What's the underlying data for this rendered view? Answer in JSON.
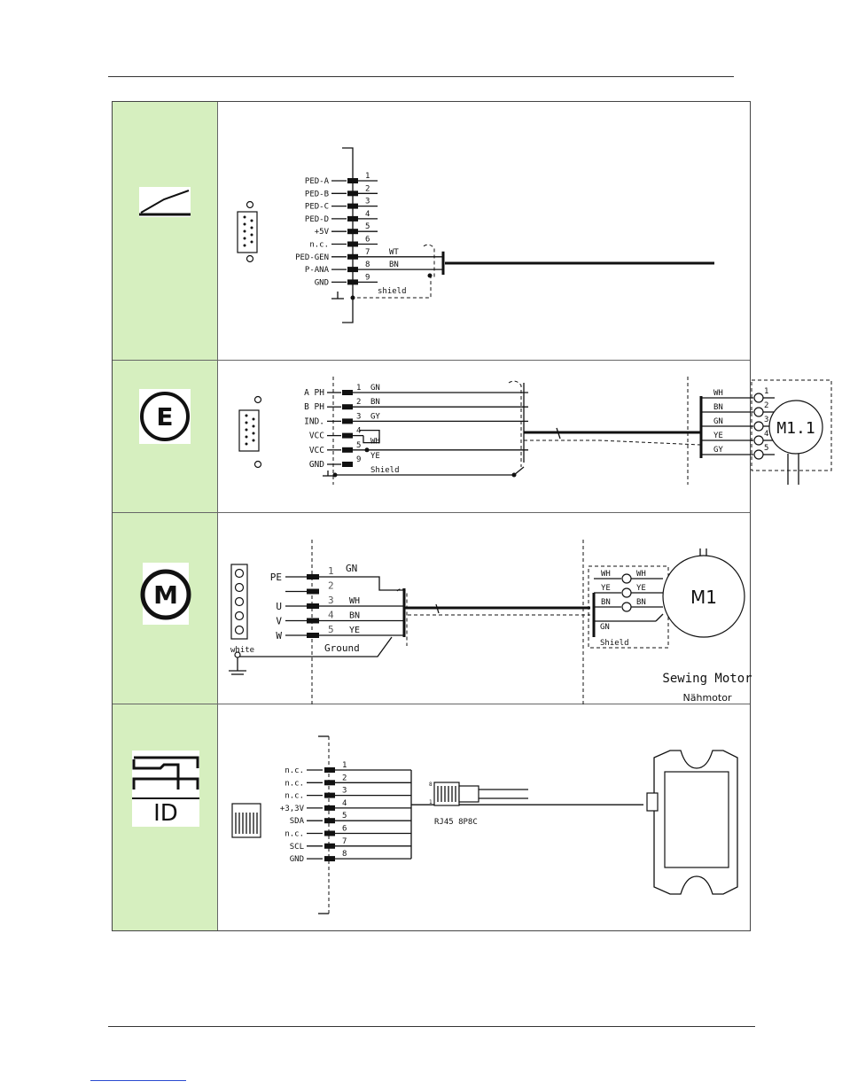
{
  "pedal": {
    "pins": [
      "PED-A",
      "PED-B",
      "PED-C",
      "PED-D",
      "+5V",
      "n.c.",
      "PED-GEN",
      "P-ANA",
      "GND"
    ],
    "numbers": [
      "1",
      "2",
      "3",
      "4",
      "5",
      "6",
      "7",
      "8",
      "9"
    ],
    "wires": [
      "WT",
      "BN"
    ],
    "shield": "shield"
  },
  "encoder": {
    "pins": [
      "A PH",
      "B PH",
      "IND.",
      "VCC",
      "VCC",
      "GND"
    ],
    "numbers": [
      "1",
      "2",
      "3",
      "4",
      "5",
      "9"
    ],
    "colors": [
      "GN",
      "BN",
      "GY",
      "WH",
      "YE"
    ],
    "shield": "Shield",
    "motor_colors": [
      "WH",
      "BN",
      "GN",
      "YE",
      "GY"
    ],
    "motor_numbers": [
      "1",
      "2",
      "3",
      "4",
      "5"
    ],
    "motor": "M1.1"
  },
  "motor": {
    "pins": [
      "PE",
      "",
      "U",
      "V",
      "W"
    ],
    "numbers": [
      "1",
      "2",
      "3",
      "4",
      "5"
    ],
    "colors": [
      "GN",
      "WH",
      "BN",
      "YE"
    ],
    "connector_label": "white",
    "ground": "Ground",
    "motor_pairs": [
      [
        "WH",
        "WH"
      ],
      [
        "YE",
        "YE"
      ],
      [
        "BN",
        "BN"
      ]
    ],
    "gn": "GN",
    "shield": "Shield",
    "motor": "M1",
    "title": "Sewing Motor",
    "subtitle": "Nähmotor"
  },
  "id": {
    "pins": [
      "n.c.",
      "n.c.",
      "n.c.",
      "+3,3V",
      "SDA",
      "n.c.",
      "SCL",
      "GND"
    ],
    "numbers": [
      "1",
      "2",
      "3",
      "4",
      "5",
      "6",
      "7",
      "8"
    ],
    "connector": "RJ45 8P8C",
    "icon_text": "ID",
    "plug_pin_top": "8",
    "plug_pin_bottom": "1"
  },
  "icons": [
    "pedal-icon",
    "encoder-icon",
    "motor-icon",
    "id-icon"
  ]
}
